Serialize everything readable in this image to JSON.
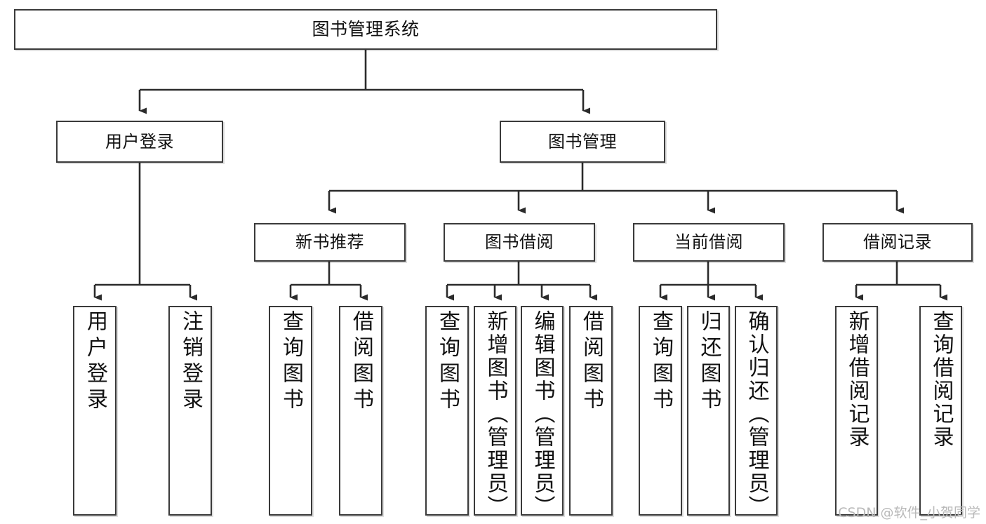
{
  "diagram": {
    "title": "图书管理系统",
    "type": "tree-hierarchy",
    "watermark": "CSDN @软件_小贺同学",
    "colors": {
      "box_border": "#3a3a3a",
      "box_fill": "#ffffff",
      "connector": "#2b2b2b",
      "text": "#111111",
      "watermark": "#b9b9b9"
    },
    "root": {
      "id": "root",
      "label": "图书管理系统"
    },
    "level2": [
      {
        "id": "user-login",
        "label": "用户登录"
      },
      {
        "id": "book-manage",
        "label": "图书管理"
      }
    ],
    "level3": [
      {
        "id": "new-book-rec",
        "label": "新书推荐"
      },
      {
        "id": "book-borrow",
        "label": "图书借阅"
      },
      {
        "id": "current-borrow",
        "label": "当前借阅"
      },
      {
        "id": "borrow-record",
        "label": "借阅记录"
      }
    ],
    "leaves": {
      "user_login": [
        {
          "id": "leaf-user-login",
          "label": "用户登录"
        },
        {
          "id": "leaf-logout",
          "label": "注销登录"
        }
      ],
      "new_book_rec": [
        {
          "id": "leaf-query-book-1",
          "label": "查询图书"
        },
        {
          "id": "leaf-borrow-book-1",
          "label": "借阅图书"
        }
      ],
      "book_borrow": [
        {
          "id": "leaf-query-book-2",
          "label": "查询图书"
        },
        {
          "id": "leaf-add-book",
          "label": "新增图书（管理员）"
        },
        {
          "id": "leaf-edit-book",
          "label": "编辑图书（管理员）"
        },
        {
          "id": "leaf-borrow-book-2",
          "label": "借阅图书"
        }
      ],
      "current_borrow": [
        {
          "id": "leaf-query-book-3",
          "label": "查询图书"
        },
        {
          "id": "leaf-return-book",
          "label": "归还图书"
        },
        {
          "id": "leaf-confirm-return",
          "label": "确认归还（管理员）"
        }
      ],
      "borrow_record": [
        {
          "id": "leaf-add-record",
          "label": "新增借阅记录"
        },
        {
          "id": "leaf-query-record",
          "label": "查询借阅记录"
        }
      ]
    }
  }
}
